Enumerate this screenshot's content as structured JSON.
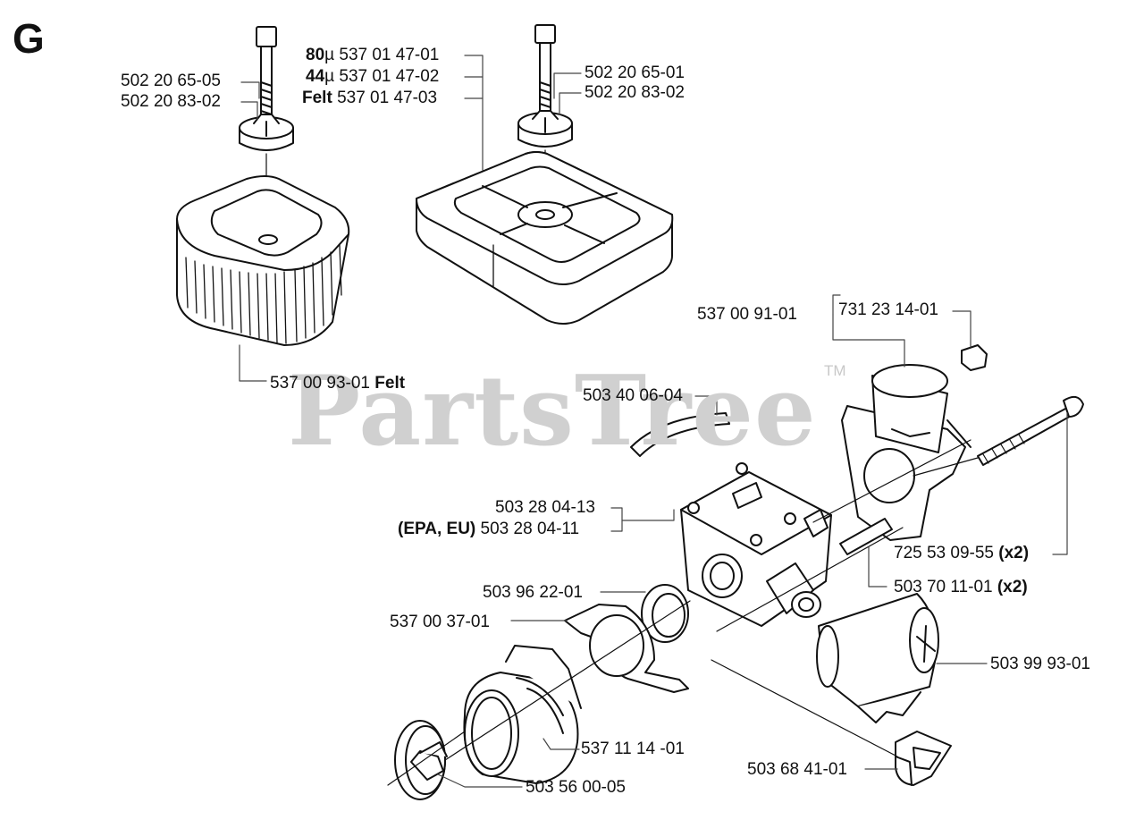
{
  "section_letter": "G",
  "watermark": {
    "brand": "PartsTree",
    "trademark": "TM"
  },
  "parts": {
    "bolt_left": "502 20 65-05",
    "nut_left": "502 20 83-02",
    "filter_80": {
      "grade": "80",
      "unit": "µ",
      "number": "537 01 47-01"
    },
    "filter_44": {
      "grade": "44",
      "unit": "µ",
      "number": "537 01 47-02"
    },
    "filter_felt": {
      "grade": "Felt",
      "number": "537 01 47-03"
    },
    "bolt_right": "502 20 65-01",
    "nut_right": "502 20 83-02",
    "filter_element": {
      "number": "537 00 93-01",
      "suffix": "Felt"
    },
    "intake_adapter": "537 00 91-01",
    "nut_small": "731 23 14-01",
    "fuel_hose": "503 40 06-04",
    "carburetor": "503 28 04-13",
    "carburetor_epa": {
      "prefix": "(EPA, EU)",
      "number": "503 28 04-11"
    },
    "screw_long": {
      "number": "725 53 09-55",
      "qty": "(x2)"
    },
    "sleeve": {
      "number": "503 70 11-01",
      "qty": "(x2)"
    },
    "ring": "503 96 22-01",
    "flange": "537 00 37-01",
    "boot": "537 11 14 -01",
    "clamp": "503 56 00-05",
    "filter_tube": "503 99 93-01",
    "choke": "503 68 41-01"
  }
}
